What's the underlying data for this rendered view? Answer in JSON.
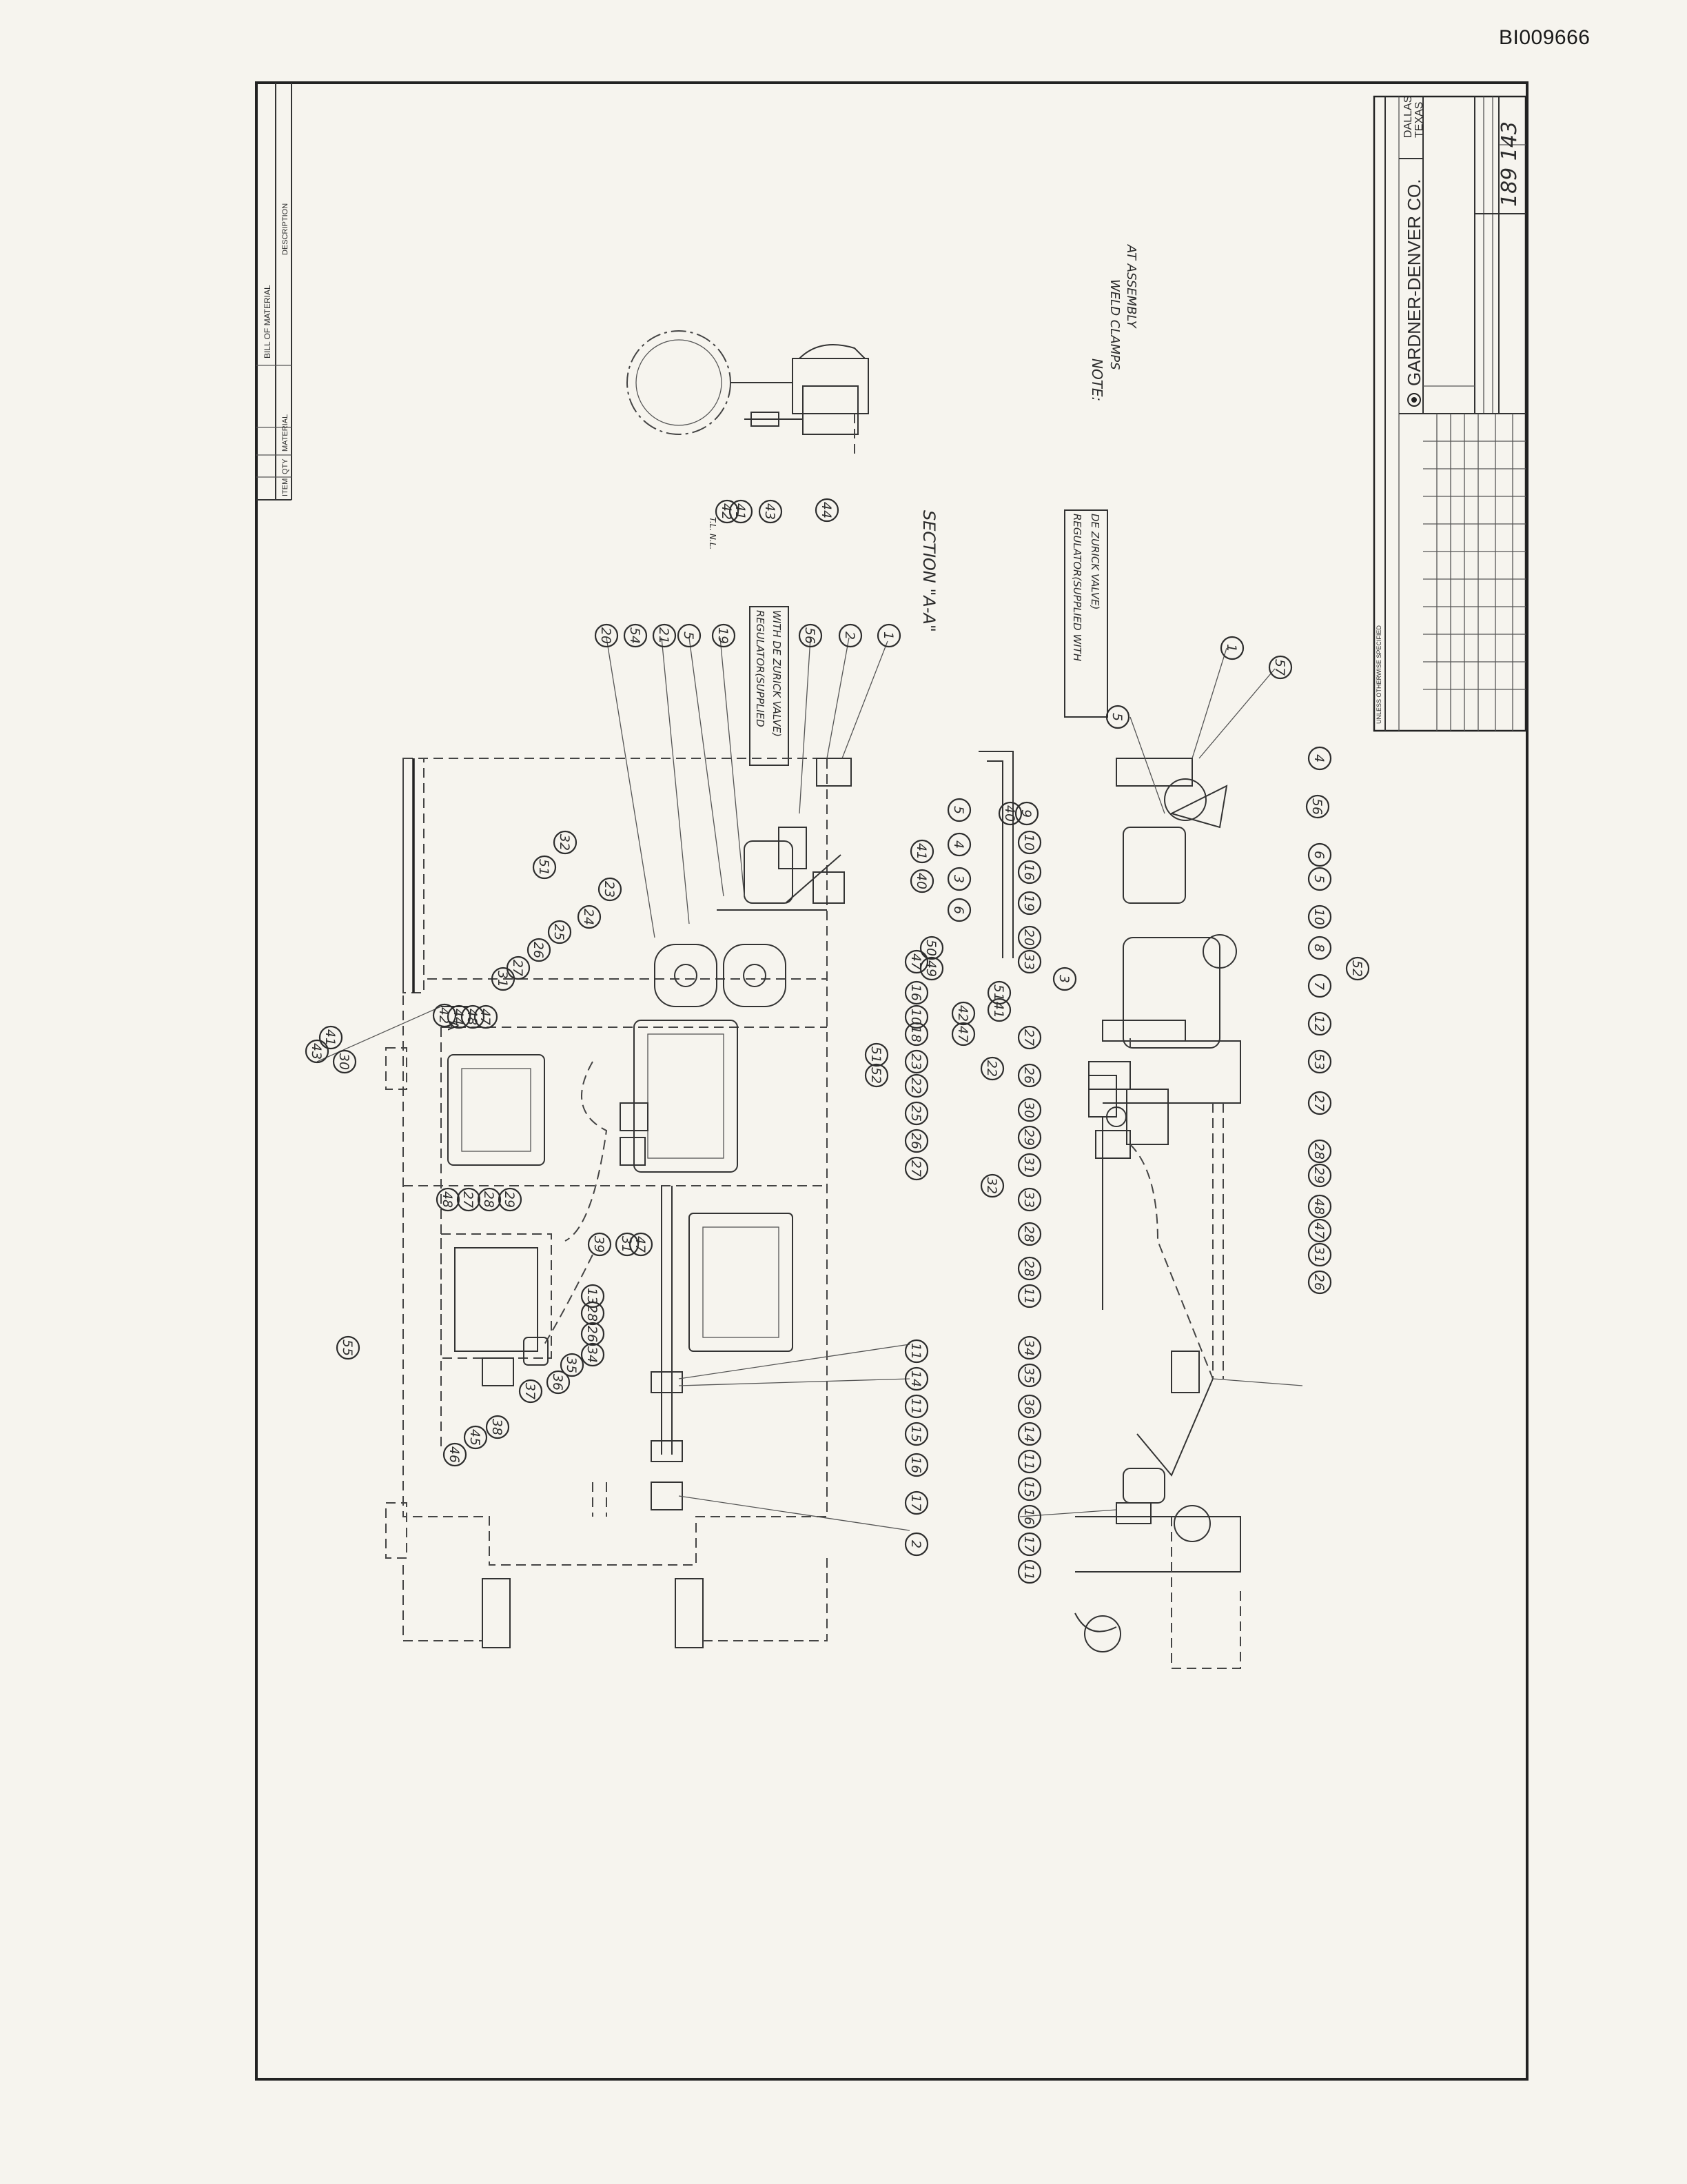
{
  "doc_id": "BI009666",
  "bill_of_material": {
    "title": "BILL OF MATERIAL",
    "columns": [
      "ITEM",
      "QTY",
      "MATERIAL",
      "DESCRIPTION"
    ]
  },
  "title_block": {
    "company": "GARDNER-DENVER CO.",
    "city": "DALLAS",
    "state": "TEXAS",
    "drawing_number": "189 143",
    "revision_header": "UNLESS OTHERWISE SPECIFIED"
  },
  "labels": {
    "section": "SECTION \"A-A\"",
    "note_title": "NOTE:",
    "note_line1": "WELD CLAMPS",
    "note_line2": "AT ASSEMBLY",
    "regulator_top_1": "REGULATOR(SUPPLIED",
    "regulator_top_2": "WITH DE ZURICK VALVE)",
    "regulator_bottom_1": "REGULATOR(SUPPLIED WITH",
    "regulator_bottom_2": "DE ZURICK VALVE)",
    "section_mark": "A",
    "nominal_label": "T.L. N.L."
  },
  "callouts": [
    "1",
    "2",
    "56",
    "19",
    "5",
    "21",
    "54",
    "20",
    "41",
    "42",
    "43",
    "44",
    "5",
    "4",
    "41",
    "40",
    "3",
    "6",
    "50",
    "49",
    "47",
    "16",
    "10",
    "18",
    "23",
    "51",
    "52",
    "22",
    "25",
    "26",
    "27",
    "32",
    "51",
    "23",
    "24",
    "25",
    "26",
    "27",
    "31",
    "47",
    "48",
    "44",
    "42",
    "41",
    "43",
    "30",
    "29",
    "28",
    "27",
    "48",
    "47",
    "31",
    "39",
    "55",
    "46",
    "45",
    "38",
    "37",
    "36",
    "35",
    "34",
    "26",
    "28",
    "13",
    "11",
    "14",
    "11",
    "15",
    "16",
    "17",
    "2",
    "1",
    "57",
    "5",
    "4",
    "56",
    "40",
    "9",
    "10",
    "16",
    "19",
    "20",
    "33",
    "3",
    "6",
    "5",
    "10",
    "8",
    "7",
    "12",
    "53",
    "52",
    "51",
    "41",
    "42",
    "47",
    "22",
    "27",
    "26",
    "30",
    "29",
    "31",
    "32",
    "33",
    "28",
    "28",
    "11",
    "27",
    "28",
    "29",
    "48",
    "47",
    "31",
    "26",
    "34",
    "35",
    "36",
    "14",
    "11",
    "15",
    "16",
    "17",
    "11"
  ]
}
